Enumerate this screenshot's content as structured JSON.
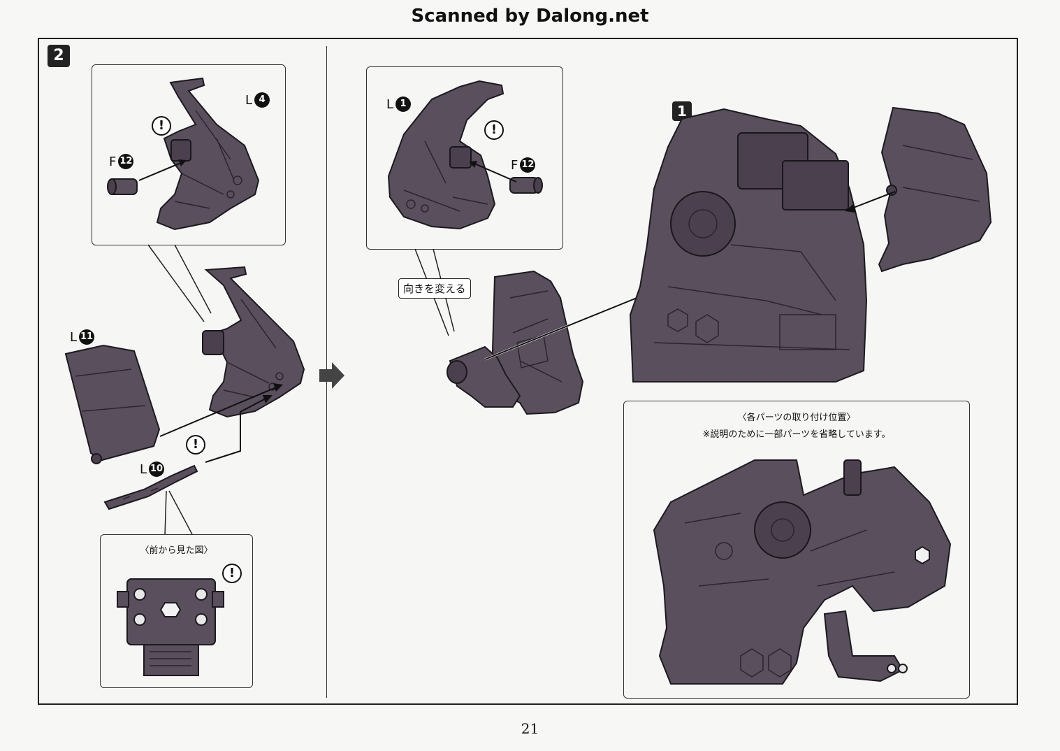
{
  "header": {
    "title": "Scanned by Dalong.net"
  },
  "step": {
    "number": "2",
    "sub_number": "1"
  },
  "labels": {
    "l4": {
      "letter": "L",
      "num": "4"
    },
    "f12_left": {
      "letter": "F",
      "num": "12"
    },
    "l11": {
      "letter": "L",
      "num": "11"
    },
    "l10": {
      "letter": "L",
      "num": "10"
    },
    "l1": {
      "letter": "L",
      "num": "1"
    },
    "f12_right": {
      "letter": "F",
      "num": "12"
    }
  },
  "warning_symbol": "!",
  "notes": {
    "change_direction": "向きを変える",
    "front_view": "〈前から見た図〉",
    "position_title": "〈各パーツの取り付け位置〉",
    "position_note": "※説明のために一部パーツを省略しています。"
  },
  "page": {
    "number": "21"
  },
  "colors": {
    "part_fill": "#5a4f5d",
    "outline": "#1c1a1e",
    "frame": "#222222"
  }
}
